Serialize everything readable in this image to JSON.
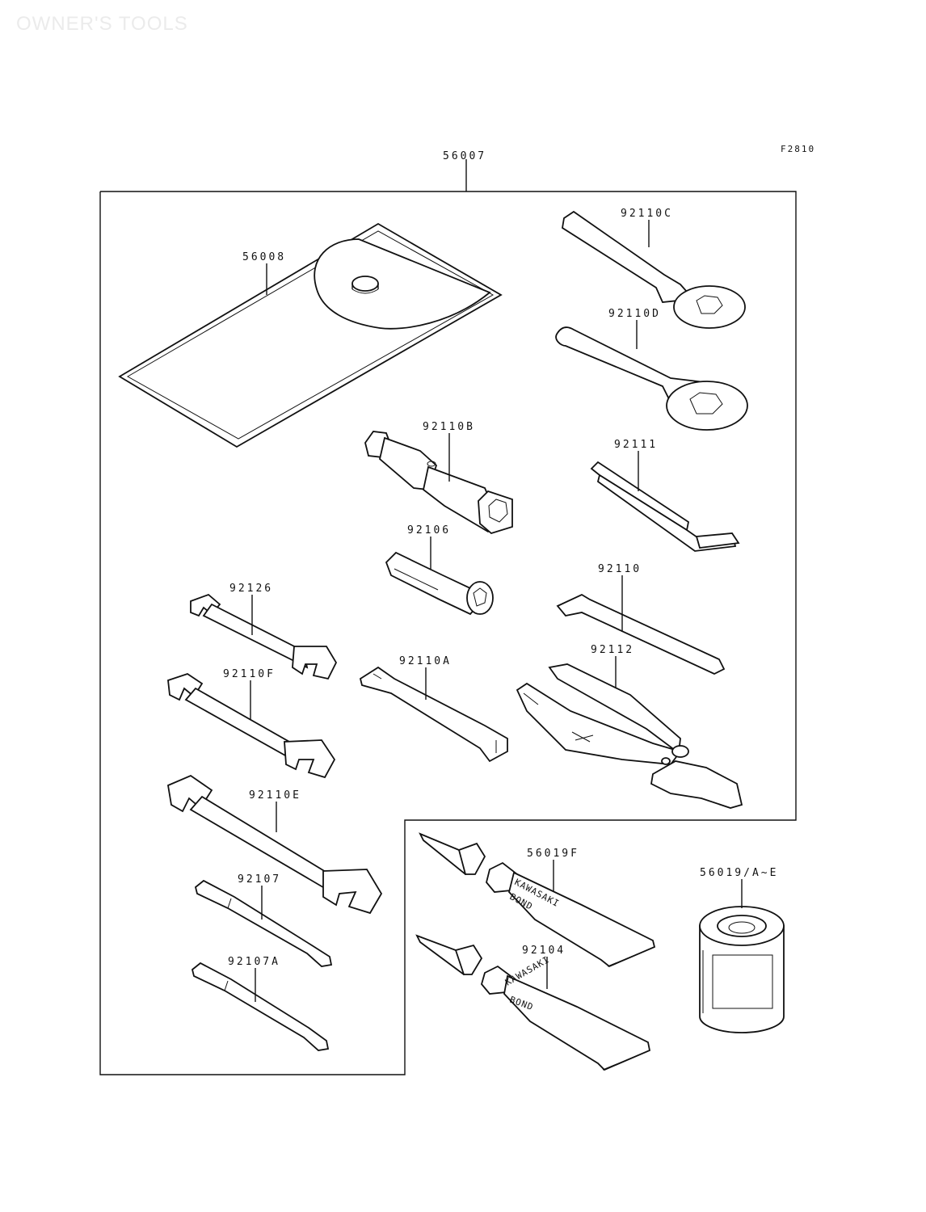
{
  "page": {
    "watermark": "OWNER'S TOOLS",
    "figure_code": "F2810"
  },
  "parts": {
    "p56007": "56007",
    "p56008": "56008",
    "p92110C": "92110C",
    "p92110D": "92110D",
    "p92110B": "92110B",
    "p92111": "92111",
    "p92106": "92106",
    "p92110": "92110",
    "p92126": "92126",
    "p92110A": "92110A",
    "p92112": "92112",
    "p92110F": "92110F",
    "p92110E": "92110E",
    "p92107": "92107",
    "p92107A": "92107A",
    "p56019F": "56019F",
    "p92104": "92104",
    "p56019AE": "56019/A~E"
  },
  "tube_print": {
    "brand": "KAWASAKI",
    "product": "BOND"
  }
}
